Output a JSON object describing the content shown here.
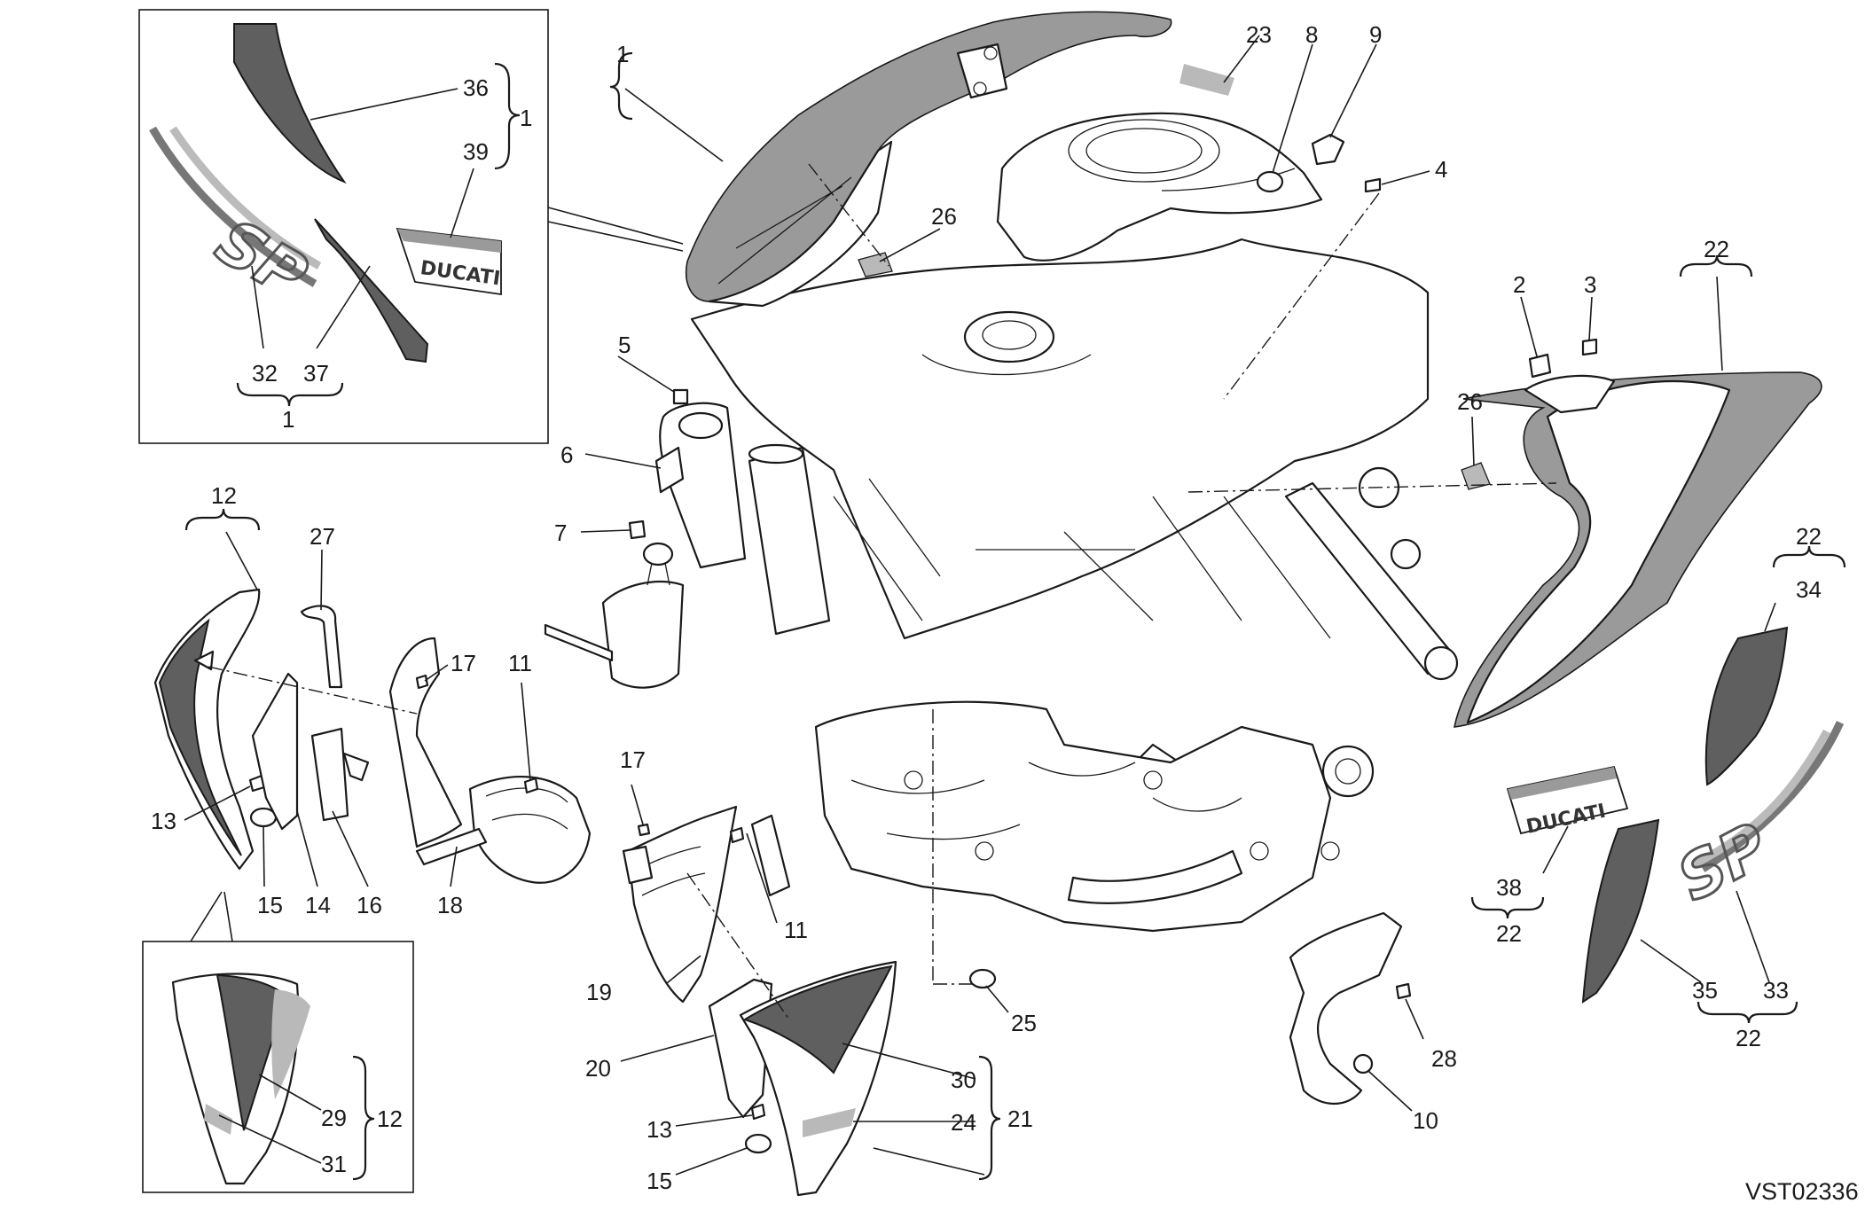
{
  "diagram_code": "VST02336",
  "decal_text": {
    "brand": "DUCATI",
    "model": "SP"
  },
  "labels": {
    "n1": "1",
    "n2": "2",
    "n3": "3",
    "n4": "4",
    "n5": "5",
    "n6": "6",
    "n7": "7",
    "n8": "8",
    "n9": "9",
    "n10": "10",
    "n11": "11",
    "n12": "12",
    "n13": "13",
    "n14": "14",
    "n15": "15",
    "n16": "16",
    "n17": "17",
    "n18": "18",
    "n19": "19",
    "n20": "20",
    "n21": "21",
    "n22": "22",
    "n23": "23",
    "n24": "24",
    "n25": "25",
    "n26": "26",
    "n27": "27",
    "n28": "28",
    "n29": "29",
    "n30": "30",
    "n31": "31",
    "n32": "32",
    "n33": "33",
    "n34": "34",
    "n35": "35",
    "n36": "36",
    "n37": "37",
    "n38": "38",
    "n39": "39"
  },
  "colors": {
    "line": "#1a1a1a",
    "decal_dark": "#5f5f5f",
    "decal_mid": "#9a9a9a",
    "decal_light": "#b9b9b9",
    "background": "#ffffff"
  }
}
